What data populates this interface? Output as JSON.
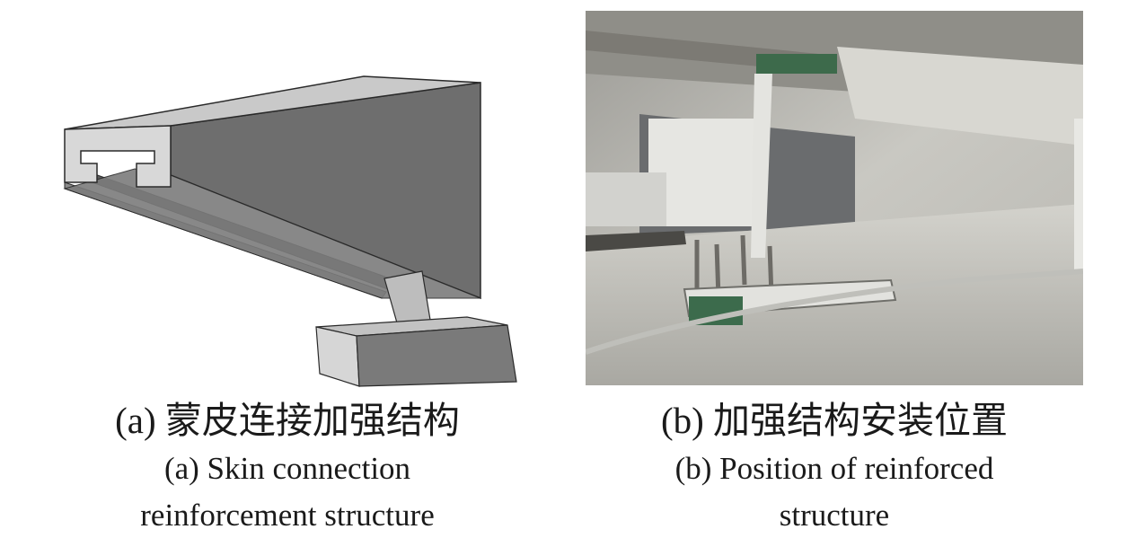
{
  "figure": {
    "panel_a": {
      "caption_cn": "(a) 蒙皮连接加强结构",
      "caption_en_line1": "(a) Skin connection",
      "caption_en_line2": "reinforcement structure"
    },
    "panel_b": {
      "caption_cn": "(b) 加强结构安装位置",
      "caption_en_line1": "(b) Position of reinforced",
      "caption_en_line2": "structure"
    }
  },
  "colors": {
    "model_dark": "#6f6f6f",
    "model_light": "#d4d4d4",
    "photo_base": "#bdbcb6"
  }
}
